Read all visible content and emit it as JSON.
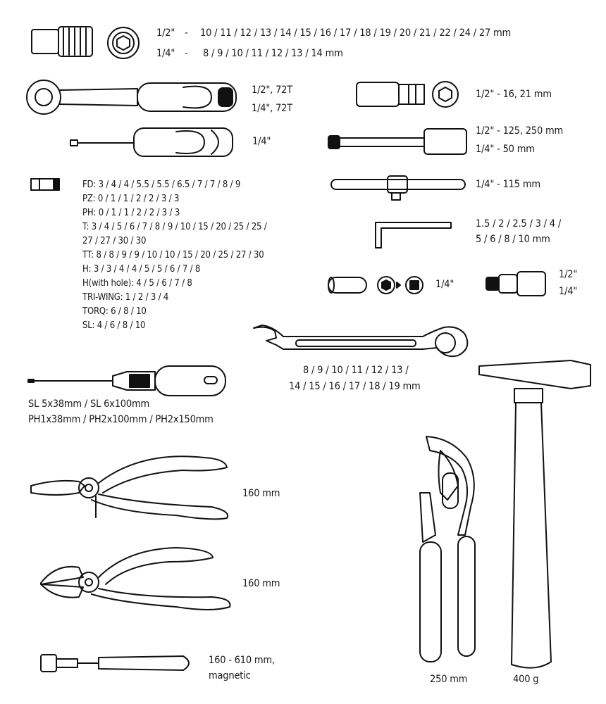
{
  "sockets": {
    "row1_size": "1/2\"",
    "row1_dash": "-",
    "row1_values": "10 / 11 / 12 / 13 / 14 / 15 / 16 / 17 / 18 / 19 / 20 / 21 / 22 / 24 / 27 mm",
    "row2_size": "1/4\"",
    "row2_dash": "-",
    "row2_values": "8 / 9 / 10 / 11 / 12 / 13 / 14 mm"
  },
  "ratchet": {
    "line1": "1/2\", 72T",
    "line2": "1/4\", 72T"
  },
  "bit_handle": {
    "label": "1/4\""
  },
  "bits": [
    "FD: 3 / 4 / 4 / 5.5 / 5.5 / 6.5 / 7 / 7 / 8 / 9",
    "PZ: 0 / 1 / 1 / 2 / 2 / 3 / 3",
    "PH: 0 / 1 / 1 / 2 / 2 / 3 / 3",
    "T:   3 / 4 / 5 / 6 / 7 / 8 / 9 / 10 / 15 / 20 / 25 / 25 /",
    "       27 / 27 / 30 / 30",
    "TT: 8 / 8 / 9 / 9 / 10 / 10 / 15 / 20 / 25 / 27 / 30",
    "H:   3 / 3 / 4 / 4 / 5 / 5 / 6 / 7 / 8",
    "H(with hole): 4 / 5 / 6 / 7 / 8",
    "TRI-WING: 1 / 2 / 3 / 4",
    "TORQ: 6 / 8 / 10",
    "SL:  4 / 6 / 8 / 10"
  ],
  "spark_socket": {
    "label": "1/2\" -  16, 21 mm"
  },
  "extension": {
    "line1": "1/2\"   -   125, 250 mm",
    "line2": "1/4\"   -   50 mm"
  },
  "t_handle": {
    "label": "1/4\"   -   115 mm"
  },
  "hex_keys": {
    "line1": "1.5 / 2 / 2.5 / 3 / 4 /",
    "line2": "5 / 6 / 8 / 10 mm"
  },
  "adapter": {
    "label": "1/4\""
  },
  "universal_joint": {
    "line1": "1/2\"",
    "line2": "1/4\""
  },
  "wrench": {
    "line1": "8 / 9 / 10 / 11 / 12 / 13 /",
    "line2": "14 / 15 / 16 / 17 / 18 / 19 mm"
  },
  "screwdriver": {
    "line1": "SL 5x38mm / SL 6x100mm",
    "line2": "PH1x38mm / PH2x100mm / PH2x150mm"
  },
  "combination_pliers": {
    "label": "160 mm"
  },
  "cutting_pliers": {
    "label": "160 mm"
  },
  "pickup_tool": {
    "line1": "160 - 610 mm,",
    "line2": "magnetic"
  },
  "water_pump_pliers": {
    "label": "250 mm"
  },
  "hammer": {
    "label": "400 g"
  }
}
